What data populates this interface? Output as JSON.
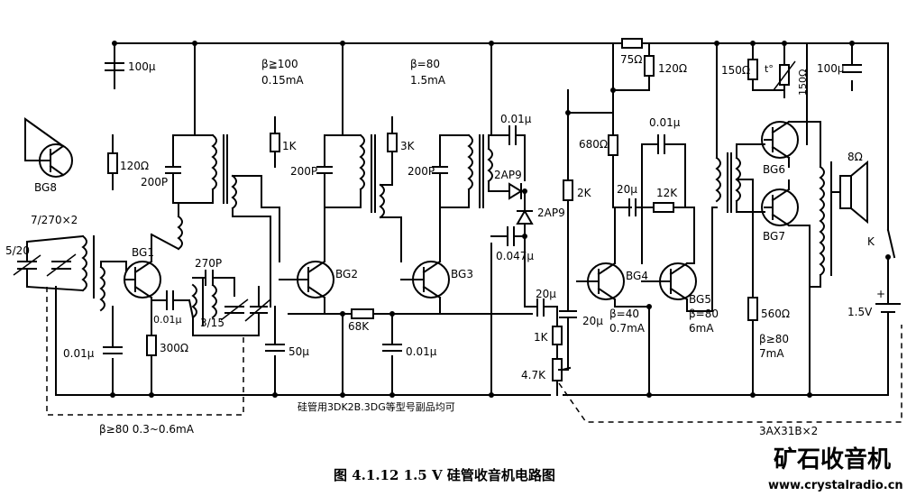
{
  "caption": "图 4.1.12  1.5 V 硅管收音机电路图",
  "watermark": {
    "logo": "矿石收音机",
    "url": "www.crystalradio.cn"
  },
  "notes": {
    "silicon": "硅管用3DK2B.3DG等型号副品均可",
    "output_pair": "3AX31B×2",
    "bg1_bias": "β≥80  0.3~0.6mA"
  },
  "stage_notes": {
    "bg2": {
      "beta": "β≧100",
      "current": "0.15mA"
    },
    "bg3": {
      "beta": "β=80",
      "current": "1.5mA"
    },
    "bg4": {
      "beta": "β=40",
      "current": "0.7mA"
    },
    "bg5": {
      "beta": "β=80",
      "current": "6mA"
    },
    "bg67": {
      "beta": "β≥80",
      "current": "7mA"
    }
  },
  "transistors": {
    "bg8": "BG8",
    "bg1": "BG1",
    "bg2": "BG2",
    "bg3": "BG3",
    "bg4": "BG4",
    "bg5": "BG5",
    "bg6": "BG6",
    "bg7": "BG7"
  },
  "components": {
    "c_100u_left": "100μ",
    "r_75": "75Ω",
    "r_120": "120Ω",
    "r_150_a": "150Ω",
    "r_150_b": "150Ω",
    "c_100u_right": "100μ",
    "r_120_bg1": "120Ω",
    "c_200p_1": "200P",
    "r_1k_top": "1K",
    "c_200p_2": "200P",
    "r_3k": "3K",
    "c_200p_3": "200P",
    "c_001_det": "0.01μ",
    "d_2ap9_a": "2AP9",
    "d_2ap9_b": "2AP9",
    "c_0047": "0.047μ",
    "r_680": "680Ω",
    "r_2k": "2K",
    "c_001_fb": "0.01μ",
    "c_20u_a": "20μ",
    "r_12k": "12K",
    "c_270p": "270P",
    "c_001_bg1": "0.01μ",
    "r_300": "300Ω",
    "c_3_15": "3/15",
    "tuning_cap": "7/270×2",
    "trim_cap": "5/20",
    "c_001_left": "0.01μ",
    "r_68k": "68K",
    "c_50u": "50μ",
    "c_001_mid": "0.01μ",
    "c_20u_b": "20μ",
    "r_1k_vol": "1K",
    "r_47k": "4.7K",
    "c_20u_c": "20μ",
    "r_560": "560Ω",
    "speaker": "8Ω",
    "switch": "K",
    "battery": "1.5V"
  }
}
